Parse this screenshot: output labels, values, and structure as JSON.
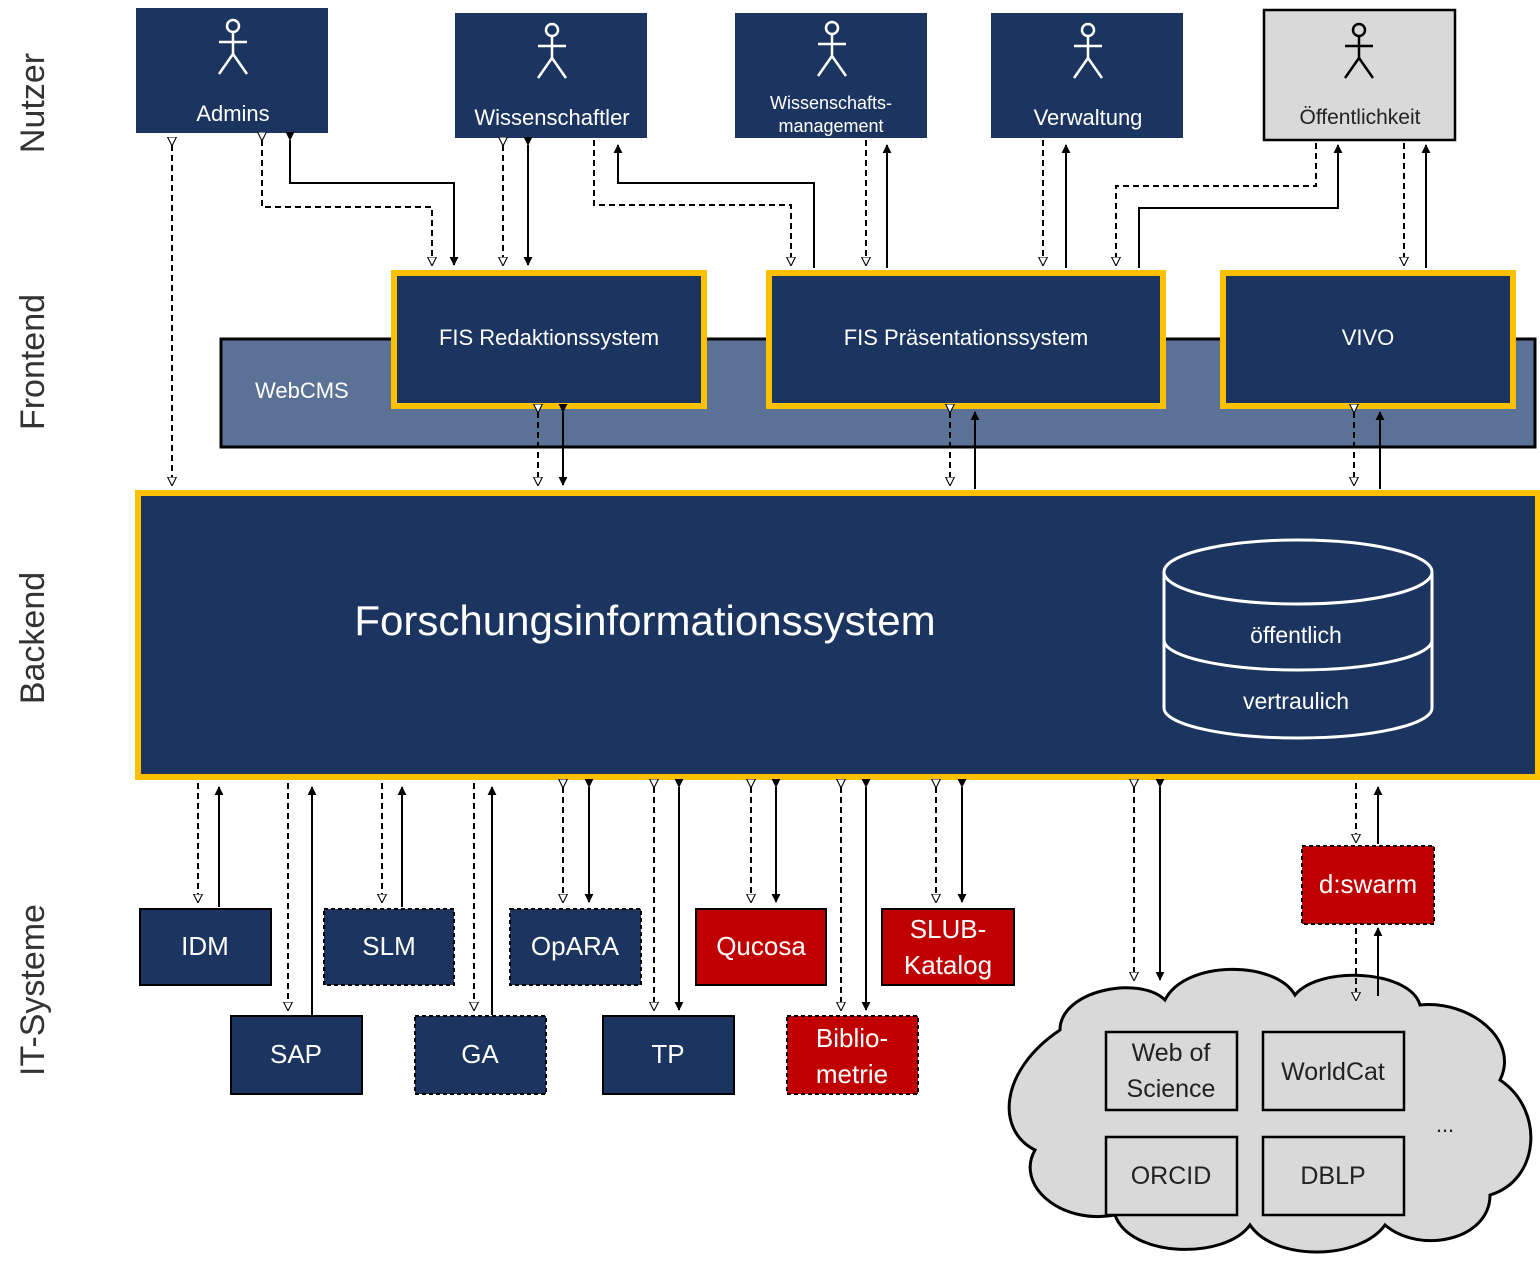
{
  "layers": {
    "nutzer": "Nutzer",
    "frontend": "Frontend",
    "backend": "Backend",
    "it": "IT-Systeme"
  },
  "users": {
    "admins": "Admins",
    "wissenschaftler": "Wissenschaftler",
    "wm_line1": "Wissenschafts-",
    "wm_line2": "management",
    "verwaltung": "Verwaltung",
    "oeffentlichkeit": "Öffentlichkeit"
  },
  "frontend": {
    "webcms": "WebCMS",
    "redaktion": "FIS Redaktionssystem",
    "praesentation": "FIS Präsentationssystem",
    "vivo": "VIVO"
  },
  "backend": {
    "title": "Forschungsinformationssystem",
    "db_public": "öffentlich",
    "db_private": "vertraulich"
  },
  "systems": {
    "idm": "IDM",
    "slm": "SLM",
    "opara": "OpARA",
    "qucosa": "Qucosa",
    "slub_1": "SLUB-",
    "slub_2": "Katalog",
    "sap": "SAP",
    "ga": "GA",
    "tp": "TP",
    "biblio_1": "Biblio-",
    "biblio_2": "metrie",
    "dswarm": "d:swarm"
  },
  "cloud": {
    "wos_1": "Web of",
    "wos_2": "Science",
    "worldcat": "WorldCat",
    "orcid": "ORCID",
    "dblp": "DBLP",
    "more": "..."
  },
  "colors": {
    "navy": "#1b3560",
    "highlight": "#ffc000",
    "webcms": "#5b7196",
    "red": "#c00000",
    "gray": "#d9d9d9"
  }
}
